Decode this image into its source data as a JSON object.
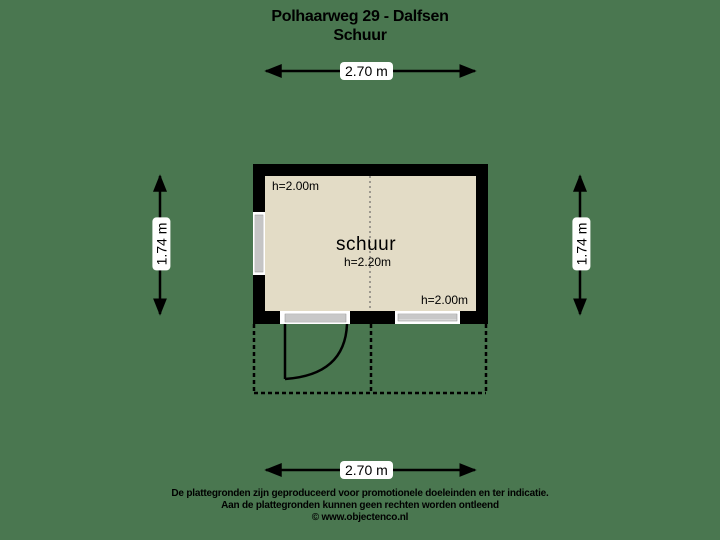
{
  "header": {
    "address": "Polhaarweg 29 - Dalfsen",
    "subtitle": "Schuur"
  },
  "dimensions": {
    "top_width": "2.70 m",
    "bottom_width": "2.70 m",
    "left_height": "1.74 m",
    "right_height": "1.74 m"
  },
  "room": {
    "name": "schuur",
    "center_height": "h=2.20m",
    "corner_height_top_left": "h=2.00m",
    "corner_height_bottom_right": "h=2.00m"
  },
  "colors": {
    "background": "#4a7750",
    "floor": "#e3dcc6",
    "wall": "#000000",
    "label_bg": "#ffffff"
  },
  "footer": {
    "line1": "De plattegronden zijn geproduceerd voor promotionele doeleinden en ter indicatie.",
    "line2": "Aan de plattegronden kunnen geen rechten worden ontleend",
    "line3": "© www.objectenco.nl"
  }
}
